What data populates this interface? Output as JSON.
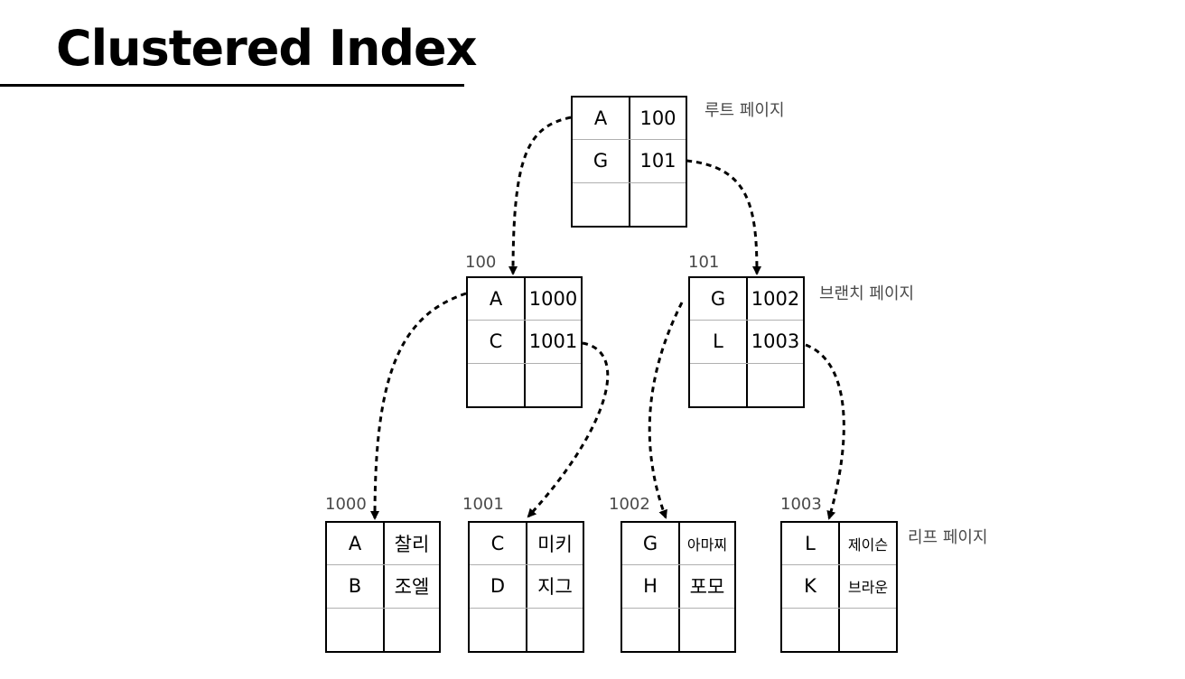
{
  "title": "Clustered Index",
  "labels": {
    "root": "루트 페이지",
    "branch": "브랜치 페이지",
    "leaf": "리프 페이지"
  },
  "root": {
    "rows": [
      [
        "A",
        "100"
      ],
      [
        "G",
        "101"
      ],
      [
        "",
        ""
      ]
    ]
  },
  "branches": [
    {
      "id": "100",
      "rows": [
        [
          "A",
          "1000"
        ],
        [
          "C",
          "1001"
        ],
        [
          "",
          ""
        ]
      ]
    },
    {
      "id": "101",
      "rows": [
        [
          "G",
          "1002"
        ],
        [
          "L",
          "1003"
        ],
        [
          "",
          ""
        ]
      ]
    }
  ],
  "leaves": [
    {
      "id": "1000",
      "rows": [
        [
          "A",
          "찰리"
        ],
        [
          "B",
          "조엘"
        ],
        [
          "",
          ""
        ]
      ]
    },
    {
      "id": "1001",
      "rows": [
        [
          "C",
          "미키"
        ],
        [
          "D",
          "지그"
        ],
        [
          "",
          ""
        ]
      ]
    },
    {
      "id": "1002",
      "rows": [
        [
          "G",
          "아마찌"
        ],
        [
          "H",
          "포모"
        ],
        [
          "",
          ""
        ]
      ]
    },
    {
      "id": "1003",
      "rows": [
        [
          "L",
          "제이슨"
        ],
        [
          "K",
          "브라운"
        ],
        [
          "",
          ""
        ]
      ]
    }
  ]
}
